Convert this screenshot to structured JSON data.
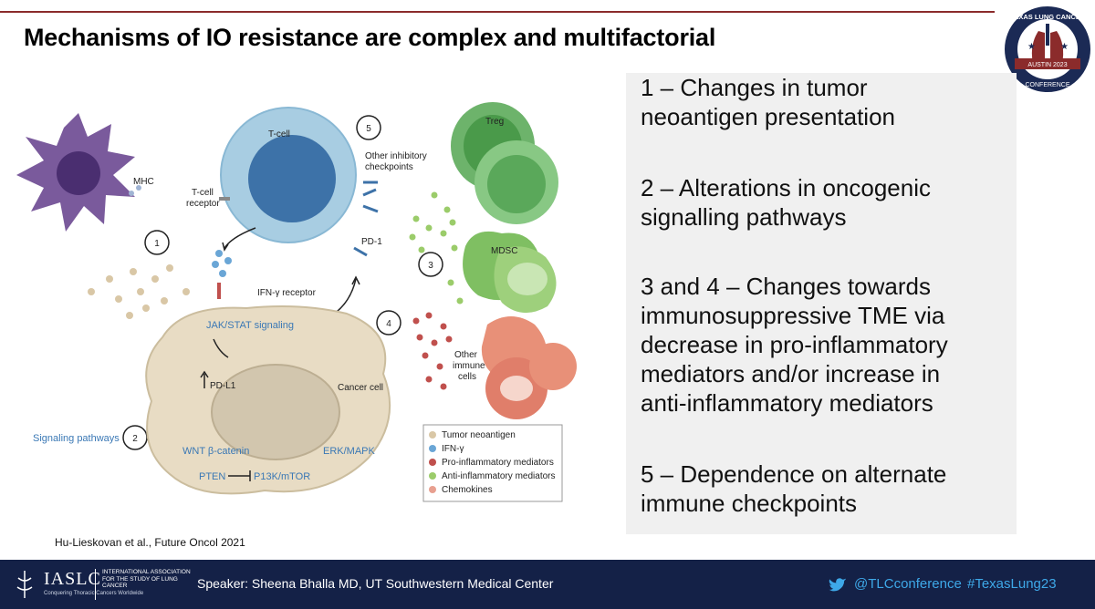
{
  "slide": {
    "title": "Mechanisms of IO resistance are complex and multifactorial",
    "logo": {
      "top_text": "TEXAS LUNG CANCER",
      "ribbon_text": "AUSTIN 2023",
      "bottom_text": "CONFERENCE"
    },
    "points": [
      {
        "lines": [
          "1 – Changes in tumor",
          "neoantigen presentation"
        ]
      },
      {
        "lines": [
          "2 – Alterations in oncogenic",
          "signalling pathways"
        ]
      },
      {
        "lines": [
          "3 and 4 – Changes towards",
          "immunosuppressive TME via",
          "decrease in pro-inflammatory",
          "mediators and/or increase in",
          "anti-inflammatory mediators"
        ]
      },
      {
        "lines": [
          "5 – Dependence on alternate",
          "immune checkpoints"
        ]
      }
    ],
    "citation": "Hu-Lieskovan et al., Future Oncol 2021"
  },
  "figure": {
    "labels": {
      "mhc": "MHC",
      "tcell": "T-cell",
      "tcell_receptor_1": "T-cell",
      "tcell_receptor_2": "receptor",
      "other_inhib_1": "Other inhibitory",
      "other_inhib_2": "checkpoints",
      "pd1": "PD-1",
      "ifng_receptor": "IFN-γ receptor",
      "jak_stat": "JAK/STAT signaling",
      "pdl1": "PD-L1",
      "cancer_cell": "Cancer cell",
      "signaling_pathways": "Signaling pathways",
      "wnt": "WNT β-catenin",
      "erk": "ERK/MAPK",
      "pten": "PTEN",
      "p13k": "P13K/mTOR",
      "treg": "Treg",
      "mdsc": "MDSC",
      "other_immune_1": "Other",
      "other_immune_2": "immune",
      "other_immune_3": "cells"
    },
    "markers": [
      "1",
      "2",
      "3",
      "4",
      "5"
    ],
    "legend": [
      {
        "label": "Tumor neoantigen",
        "color": "#d9c7a6"
      },
      {
        "label": "IFN-γ",
        "color": "#6aa6d6"
      },
      {
        "label": "Pro-inflammatory mediators",
        "color": "#c0504d"
      },
      {
        "label": "Anti-inflammatory mediators",
        "color": "#9bcc6a"
      },
      {
        "label": "Chemokines",
        "color": "#e8a090"
      }
    ]
  },
  "footer": {
    "org_mark": "IASLC",
    "org_desc": "International Association for the Study of Lung Cancer",
    "org_tagline": "Conquering Thoracic Cancers Worldwide",
    "speaker": "Speaker:   Sheena Bhalla MD, UT Southwestern Medical Center",
    "twitter_handle": "@TLCconference",
    "hashtag": "#TexasLung23"
  }
}
